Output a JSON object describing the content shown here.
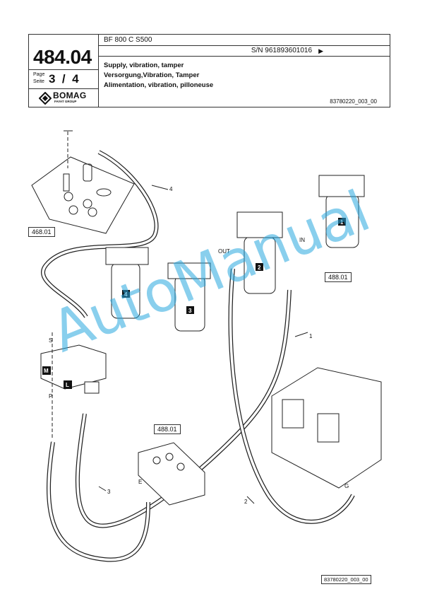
{
  "header": {
    "model": "BF 800 C S500",
    "serial": "S/N 961893601016",
    "page_number": "484.04",
    "page_label_en": "Page",
    "page_label_de": "Seite",
    "page_current": "3",
    "page_total": "4",
    "title_en": "Supply, vibration, tamper",
    "title_de": "Versorgung,Vibration, Tamper",
    "title_fr": "Alimentation, vibration, pilloneuse",
    "doc_number": "83780220_003_00",
    "logo": "BOMAG",
    "logo_sub": "FAYAT GROUP"
  },
  "drawing": {
    "refs": [
      "468.01",
      "488.01",
      "488.01"
    ],
    "callouts": [
      "1",
      "2",
      "3",
      "4"
    ],
    "filter_boxes": [
      "1",
      "2",
      "3",
      "4"
    ],
    "port_labels": [
      "OUT",
      "IN",
      "S",
      "P",
      "E",
      "G"
    ],
    "valve_boxes": [
      "M",
      "L"
    ]
  },
  "footer": {
    "doc_number": "83780220_003_00"
  },
  "watermark": "AutoManual"
}
